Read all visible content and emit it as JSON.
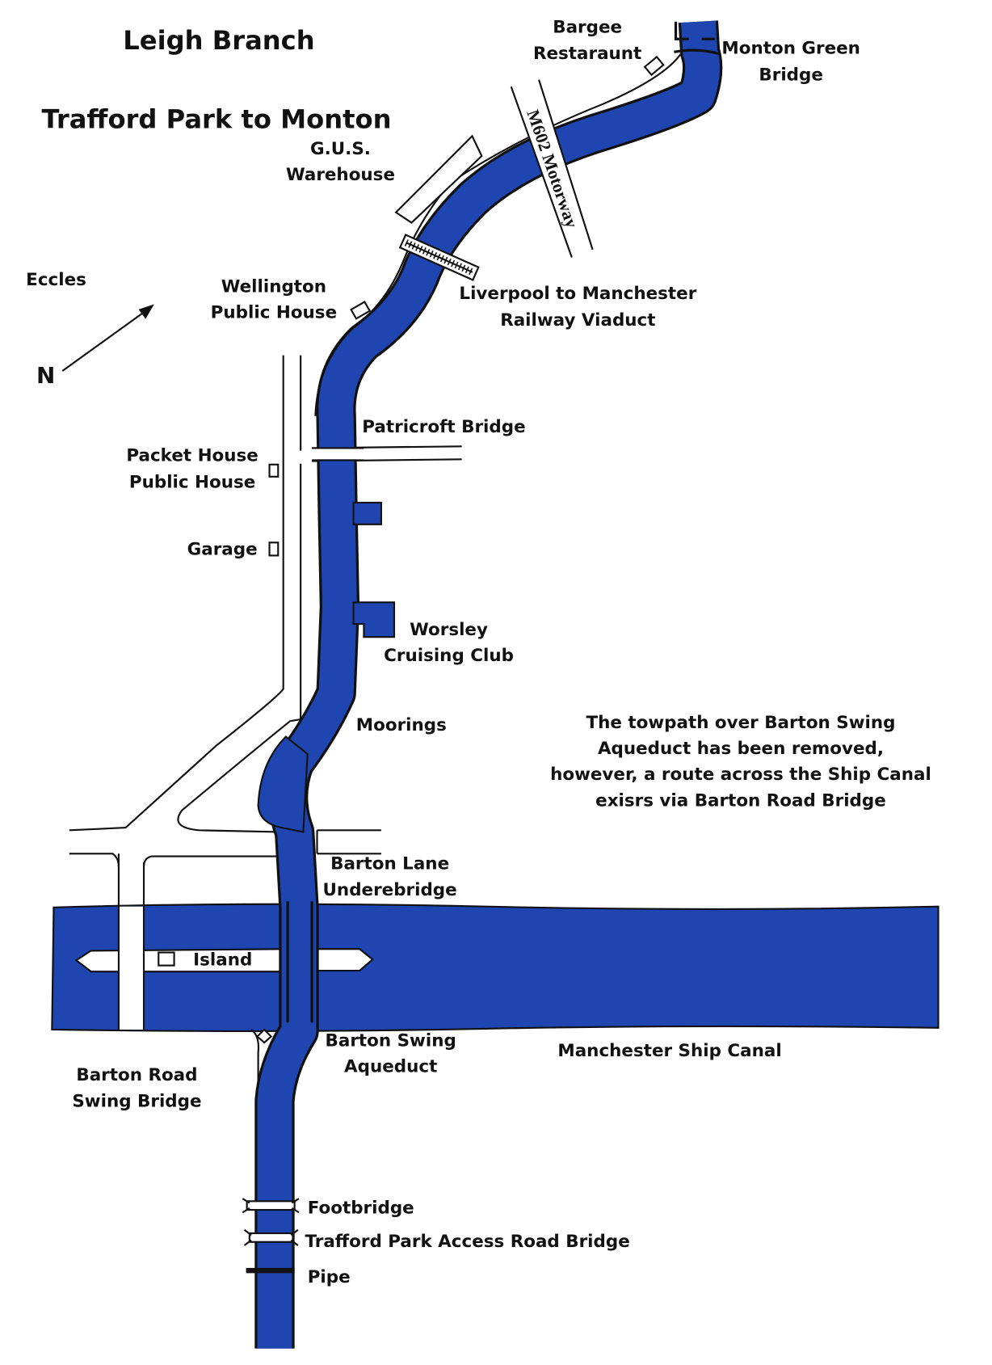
{
  "title": "Leigh Branch",
  "subtitle": "Trafford Park to Monton",
  "colors": {
    "water": "#1f46b0",
    "ink": "#111111",
    "land": "#ffffff"
  },
  "compass": {
    "label": "N"
  },
  "places": {
    "bargee": [
      "Bargee",
      "Restaraunt"
    ],
    "monton": [
      "Monton Green",
      "Bridge"
    ],
    "gus": [
      "G.U.S.",
      "Warehouse"
    ],
    "motorway": "M602 Motorway",
    "eccles": "Eccles",
    "wellington": [
      "Wellington",
      "Public House"
    ],
    "viaduct": [
      "Liverpool to Manchester",
      "Railway Viaduct"
    ],
    "patricroft": "Patricroft Bridge",
    "packet": [
      "Packet House",
      "Public House"
    ],
    "garage": "Garage",
    "worsley": [
      "Worsley",
      "Cruising Club"
    ],
    "moorings": "Moorings",
    "note": [
      "The towpath over Barton Swing",
      "Aqueduct has been removed,",
      "however, a route across the Ship Canal",
      "exisrs via Barton Road Bridge"
    ],
    "barton_lane": [
      "Barton Lane",
      "Underebridge"
    ],
    "island": "Island",
    "aqueduct": [
      "Barton Swing",
      "Aqueduct"
    ],
    "ship_canal": "Manchester Ship Canal",
    "barton_road": [
      "Barton Road",
      "Swing Bridge"
    ],
    "footbridge": "Footbridge",
    "access_bridge": "Trafford Park Access Road Bridge",
    "pipe": "Pipe"
  }
}
